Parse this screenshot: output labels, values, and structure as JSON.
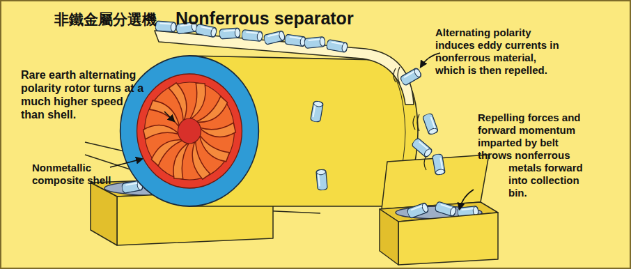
{
  "diagram": {
    "title": "Nonferrous separator",
    "labels": [
      "非鐵金屬分選機",
      "Alternating polarity induces eddy currents in nonferrous material, which is then repelled.",
      "Rare earth alternating polarity rotor turns at a much higher speed than shell.",
      "Repelling forces and forward momentum imparted by belt throws nonferrous metals forward into collection bin.",
      "Nonmetallic composite shell"
    ]
  }
}
